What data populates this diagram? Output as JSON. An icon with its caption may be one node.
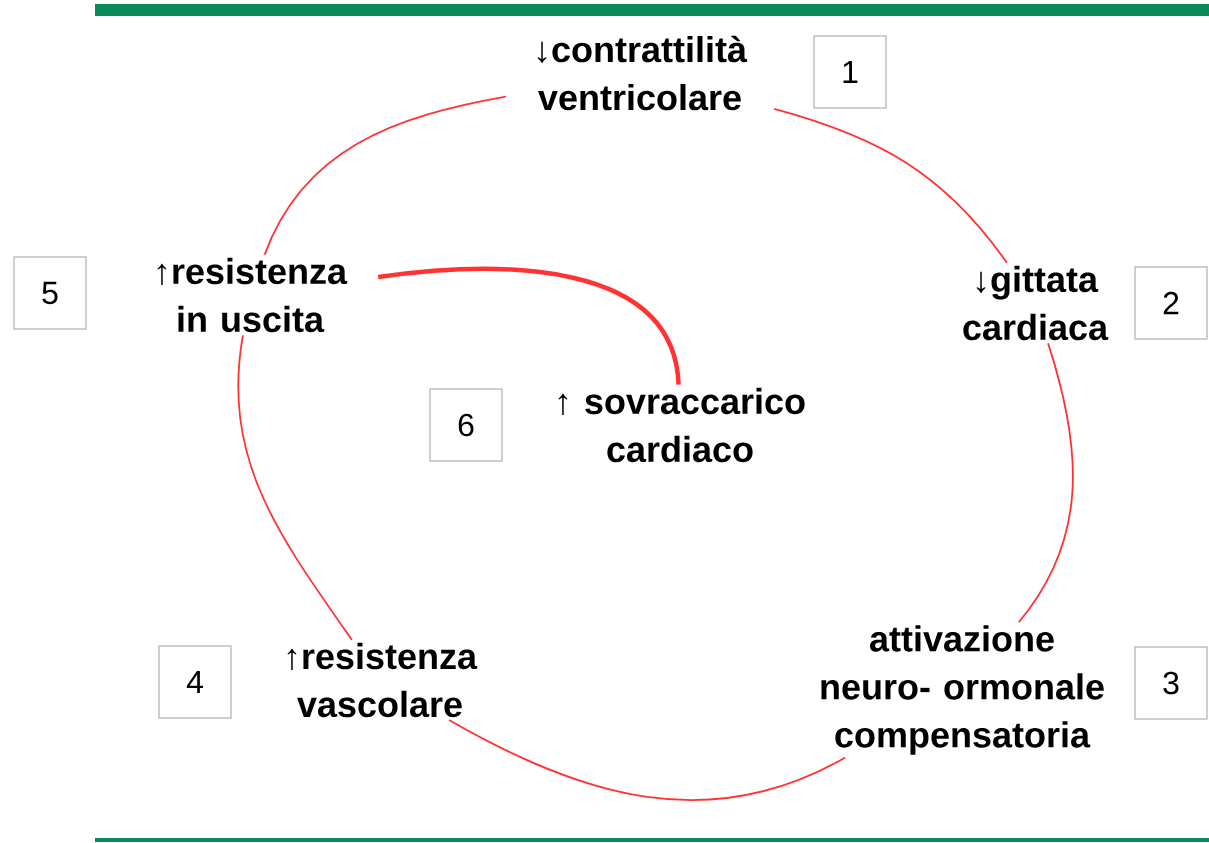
{
  "diagram": {
    "nodes": [
      {
        "text": [
          "↓contrattilità ventricolare"
        ]
      },
      {
        "text": [
          "↓gittata cardiaca"
        ]
      },
      {
        "text": [
          "attivazione neuro- ormonale compensatoria"
        ]
      },
      {
        "text": [
          "↑resistenza vascolare"
        ]
      },
      {
        "text": [
          "↑resistenza in uscita"
        ]
      },
      {
        "text": [
          "↑ sovraccarico cardiaco"
        ]
      },
      {
        "text": [
          "1"
        ]
      },
      {
        "text": [
          "2"
        ]
      },
      {
        "text": [
          "3"
        ]
      },
      {
        "text": [
          "4"
        ]
      },
      {
        "text": [
          "5"
        ]
      },
      {
        "text": [
          "6"
        ]
      }
    ],
    "edges": [
      {
        "from": 0,
        "to": 1,
        "arrow": "none"
      },
      {
        "from": 1,
        "to": 2,
        "arrow": "none"
      },
      {
        "from": 2,
        "to": 3,
        "arrow": "none"
      },
      {
        "from": 3,
        "to": 4,
        "arrow": "none"
      },
      {
        "from": 4,
        "to": 0,
        "arrow": "none"
      },
      {
        "from": 4,
        "to": 5,
        "arrow": "none",
        "style": "thick"
      }
    ]
  }
}
